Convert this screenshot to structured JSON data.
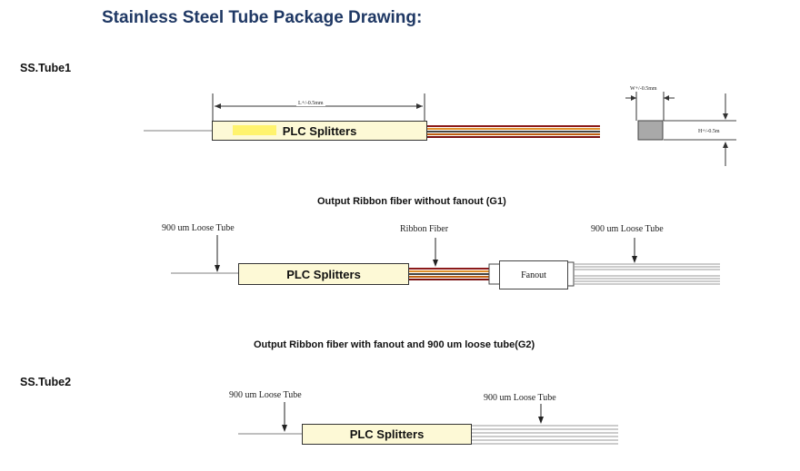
{
  "title": "Stainless Steel Tube Package Drawing:",
  "sections": {
    "tube1": "SS.Tube1",
    "tube2": "SS.Tube2"
  },
  "captions": {
    "g1": "Output Ribbon fiber  without fanout (G1)",
    "g2": "Output Ribbon fiber  with fanout and 900 um loose tube(G2)"
  },
  "device_label": "PLC Splitters",
  "fanout_label": "Fanout",
  "notes": {
    "length": "L+/-0.5mm",
    "width": "W+/-0.5mm",
    "height": "H+/-0.5m",
    "loose_tube": "900 um Loose Tube",
    "ribbon_fiber": "Ribbon Fiber"
  },
  "colors": {
    "title": "#1f3864",
    "splitter_fill": "#fdf9d6",
    "ribbon": [
      "#8b1a1a",
      "#e0902a",
      "#444444",
      "#c06010",
      "#7a1010"
    ]
  }
}
